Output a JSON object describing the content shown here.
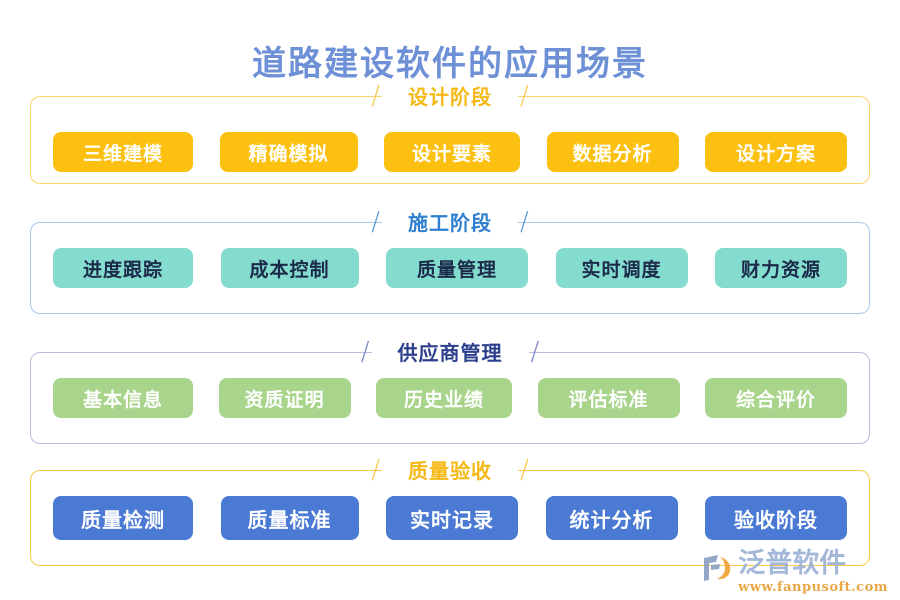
{
  "page": {
    "title": "道路建设软件的应用场景",
    "title_color": "#6e90d6",
    "background": "#ffffff"
  },
  "sections": [
    {
      "label": "设计阶段",
      "label_color": "#f5b814",
      "border_color": "#fbd46b",
      "slash_left": "/",
      "slash_right": "/",
      "pill_bg": "#fcc010",
      "pill_text_color": "#ffffff",
      "items": [
        {
          "label": "三维建模"
        },
        {
          "label": "精确模拟"
        },
        {
          "label": "设计要素"
        },
        {
          "label": "数据分析"
        },
        {
          "label": "设计方案"
        }
      ]
    },
    {
      "label": "施工阶段",
      "label_color": "#2f7fd1",
      "border_color": "#a7c7e8",
      "slash_left": "/",
      "slash_right": "/",
      "pill_bg": "#84dcce",
      "pill_text_color": "#1c2a4a",
      "items": [
        {
          "label": "进度跟踪"
        },
        {
          "label": "成本控制"
        },
        {
          "label": "质量管理"
        },
        {
          "label": "实时调度"
        },
        {
          "label": "财力资源"
        }
      ]
    },
    {
      "label": "供应商管理",
      "label_color": "#2b3f8c",
      "border_color": "#b7bfe0",
      "slash_left": "/",
      "slash_right": "/",
      "pill_bg": "#a8d58b",
      "pill_text_color": "#ffffff",
      "items": [
        {
          "label": "基本信息"
        },
        {
          "label": "资质证明"
        },
        {
          "label": "历史业绩"
        },
        {
          "label": "评估标准"
        },
        {
          "label": "综合评价"
        }
      ]
    },
    {
      "label": "质量验收",
      "label_color": "#f5b814",
      "border_color": "#f7c948",
      "slash_left": "/",
      "slash_right": "/",
      "pill_bg": "#4a7ad4",
      "pill_text_color": "#ffffff",
      "items": [
        {
          "label": "质量检测"
        },
        {
          "label": "质量标准"
        },
        {
          "label": "实时记录"
        },
        {
          "label": "统计分析"
        },
        {
          "label": "验收阶段"
        }
      ]
    }
  ],
  "watermark": {
    "brand": "泛普软件",
    "url": "www.fanpusoft.com",
    "brand_color": "#9fb4d8",
    "url_color": "#e8a33d",
    "mark_icon": "fanpu-swoosh-logo-icon"
  }
}
